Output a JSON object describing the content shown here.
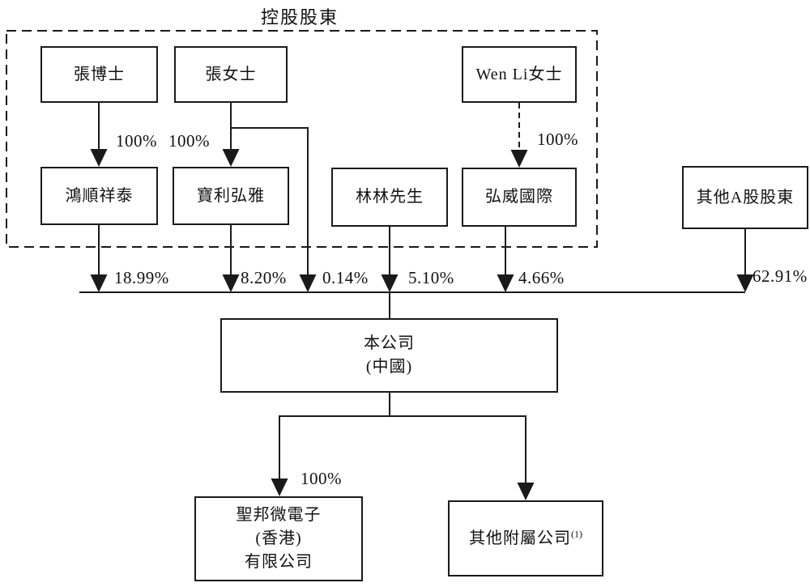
{
  "group_label": "控股股東",
  "entities": {
    "dr_zhang": "張博士",
    "ms_zhang": "張女士",
    "wen_li": "Wen Li女士",
    "hong_shun_xiang_tai": "鴻順祥泰",
    "bao_li_hong_ya": "寶利弘雅",
    "mr_lin_lin": "林林先生",
    "hong_wei_international": "弘威國際",
    "other_a_shareholders": "其他A股股東",
    "company": {
      "line1": "本公司",
      "line2": "(中國)"
    },
    "hk_subsidiary": {
      "line1": "聖邦微電子",
      "line2": "(香港)",
      "line3": "有限公司"
    },
    "other_subsidiaries": {
      "text": "其他附屬公司",
      "footnote": "(1)"
    }
  },
  "percentages": {
    "dr_zhang_to_hongshun": "100%",
    "ms_zhang_to_baoli": "100%",
    "wen_li_to_hongwei": "100%",
    "hongshun_stake": "18.99%",
    "baoli_stake": "8.20%",
    "ms_zhang_direct_stake": "0.14%",
    "lin_lin_stake": "5.10%",
    "hongwei_stake": "4.66%",
    "other_a_stake": "62.91%",
    "company_to_hk_sub": "100%"
  },
  "colors": {
    "line": "#1a1a1a",
    "background": "#ffffff"
  }
}
